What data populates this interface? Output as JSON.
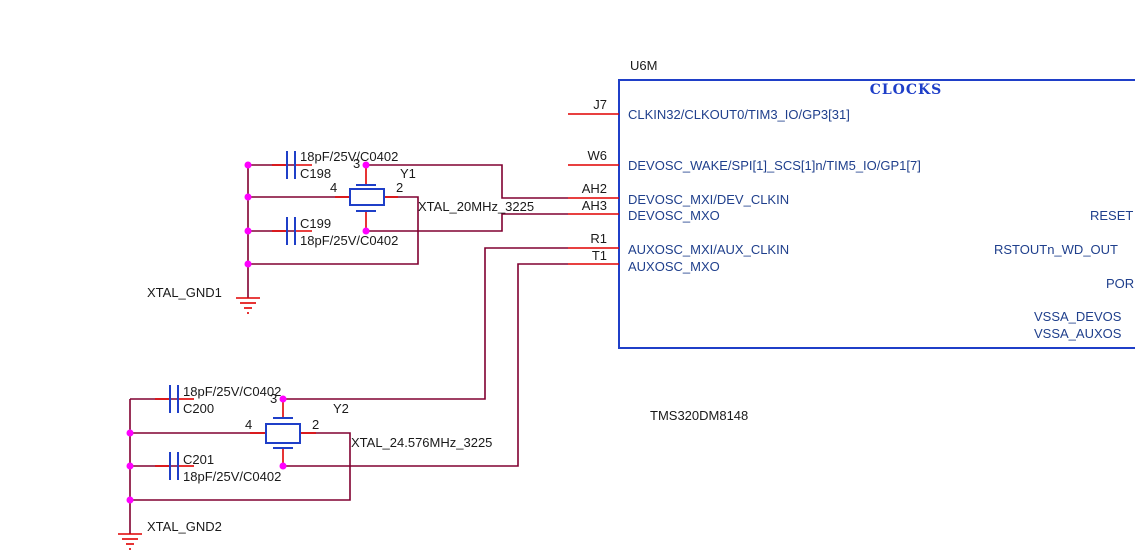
{
  "chip": {
    "ref": "U6M",
    "title": "CLOCKS",
    "part": "TMS320DM8148",
    "left_pins": [
      {
        "num": "J7",
        "name": "CLKIN32/CLKOUT0/TIM3_IO/GP3[31]"
      },
      {
        "num": "W6",
        "name": "DEVOSC_WAKE/SPI[1]_SCS[1]n/TIM5_IO/GP1[7]"
      },
      {
        "num": "AH2",
        "name": "DEVOSC_MXI/DEV_CLKIN"
      },
      {
        "num": "AH3",
        "name": "DEVOSC_MXO"
      },
      {
        "num": "R1",
        "name": "AUXOSC_MXI/AUX_CLKIN"
      },
      {
        "num": "T1",
        "name": "AUXOSC_MXO"
      }
    ],
    "right_labels": [
      "RESET",
      "RSTOUTn_WD_OUT",
      "POR",
      "VSSA_DEVOS",
      "VSSA_AUXOS"
    ]
  },
  "crystals": [
    {
      "ref": "Y1",
      "value": "XTAL_20MHz_3225",
      "pin_left": "4",
      "pin_right": "2",
      "pin_top": "3"
    },
    {
      "ref": "Y2",
      "value": "XTAL_24.576MHz_3225",
      "pin_left": "4",
      "pin_right": "2",
      "pin_top": "3"
    }
  ],
  "capacitors": [
    {
      "ref": "C198",
      "value": "18pF/25V/C0402"
    },
    {
      "ref": "C199",
      "value": "18pF/25V/C0402"
    },
    {
      "ref": "C200",
      "value": "18pF/25V/C0402"
    },
    {
      "ref": "C201",
      "value": "18pF/25V/C0402"
    }
  ],
  "grounds": [
    "XTAL_GND1",
    "XTAL_GND2"
  ],
  "colors": {
    "wire": "#800030",
    "pin": "#e00000",
    "body": "#1f3fc8",
    "junction": "#ff00ff"
  }
}
